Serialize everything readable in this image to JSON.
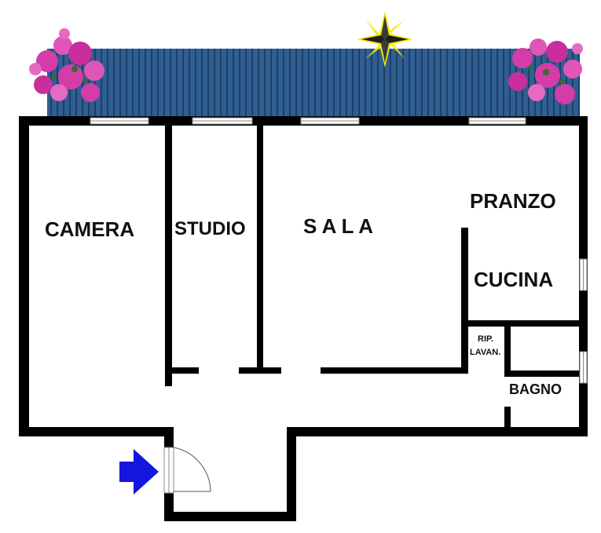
{
  "rooms": {
    "camera": "CAMERA",
    "studio": "STUDIO",
    "sala": "S A L A",
    "pranzo": "PRANZO",
    "cucina": "CUCINA",
    "rip_line1": "RIP.",
    "rip_line2": "LAVAN.",
    "bagno": "BAGNO"
  },
  "colors": {
    "wall": "#000000",
    "terrace": "#2f5e93",
    "terrace_lines": "#1d3f66",
    "entrance_arrow": "#1515e0",
    "sun": "#f5ea00",
    "compass_star": "#2a2a2a",
    "flowers": "#d43ca8"
  },
  "icons": {
    "entrance": "arrow-right-icon",
    "north": "compass-star-icon",
    "plants": "flower-icon"
  }
}
